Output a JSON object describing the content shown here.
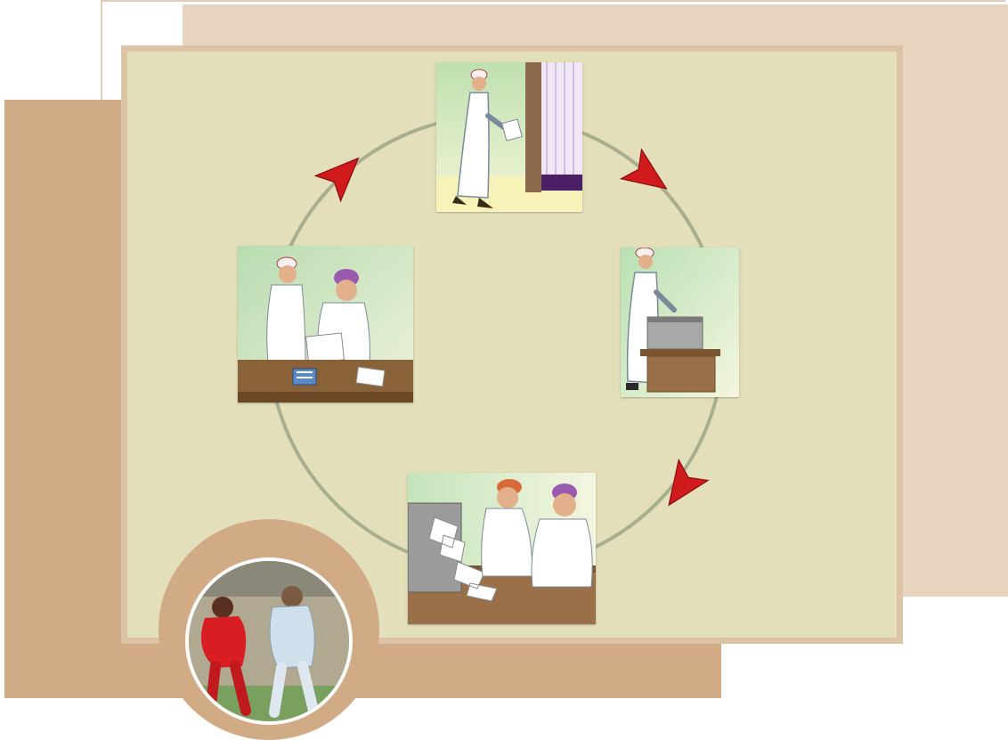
{
  "diagram": {
    "type": "cycle",
    "direction": "clockwise",
    "steps": [
      {
        "id": "walk-to-booth",
        "icon": "voter-entering-booth-illustration"
      },
      {
        "id": "cast-ballot",
        "icon": "voter-at-ballot-box-illustration"
      },
      {
        "id": "count-ballots",
        "icon": "officials-counting-ballots-illustration"
      },
      {
        "id": "verify-voter",
        "icon": "voter-registration-desk-illustration"
      }
    ],
    "arrows": [
      "arrow-top-right",
      "arrow-bottom-right",
      "arrow-top-left"
    ]
  },
  "badge": {
    "icon": "football-players-photo"
  },
  "colors": {
    "board": "#e3dfba",
    "board_border": "#dcc3a6",
    "panel_tan": "#d1ab86",
    "panel_peach": "#e8d3bf",
    "ring": "#a8ae8e",
    "arrow": "#d01a1c"
  }
}
